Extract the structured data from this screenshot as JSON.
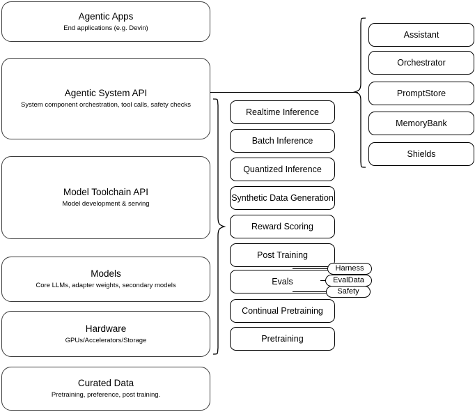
{
  "diagram": {
    "title": "LLM Stack Architecture Diagram",
    "background_color": "#ffffff",
    "line_color": "#000000",
    "layer_border_color": "#3d3d3d"
  },
  "layers": [
    {
      "title": "Agentic Apps",
      "subtitle": "End applications (e.g. Devin)"
    },
    {
      "title": "Agentic System API",
      "subtitle": "System component orchestration, tool calls, safety checks"
    },
    {
      "title": "Model Toolchain API",
      "subtitle": "Model development & serving"
    },
    {
      "title": "Models",
      "subtitle": "Core LLMs, adapter weights, secondary models"
    },
    {
      "title": "Hardware",
      "subtitle": "GPUs/Accelerators/Storage"
    },
    {
      "title": "Curated Data",
      "subtitle": "Pretraining, preference, post training."
    }
  ],
  "toolchain_capabilities": [
    {
      "label": "Realtime Inference"
    },
    {
      "label": "Batch Inference"
    },
    {
      "label": "Quantized Inference"
    },
    {
      "label": "Synthetic Data Generation"
    },
    {
      "label": "Reward Scoring"
    },
    {
      "label": "Post Training"
    },
    {
      "label": "Evals"
    },
    {
      "label": "Continual Pretraining"
    },
    {
      "label": "Pretraining"
    }
  ],
  "agentic_components": [
    {
      "label": "Assistant"
    },
    {
      "label": "Orchestrator"
    },
    {
      "label": "PromptStore"
    },
    {
      "label": "MemoryBank"
    },
    {
      "label": "Shields"
    }
  ],
  "evals_subitems": [
    {
      "label": "Harness"
    },
    {
      "label": "EvalData"
    },
    {
      "label": "Safety"
    }
  ]
}
